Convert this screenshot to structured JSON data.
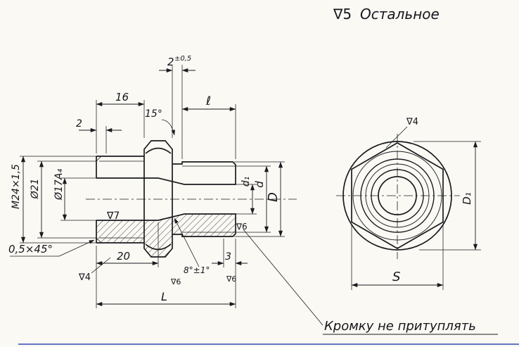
{
  "ink": "#1b1b1f",
  "corner_note": {
    "symbol": "∇5",
    "text": "Остальное"
  },
  "labels": {
    "dim_16": "16",
    "dim_2_left": "2",
    "dim_2_top": "2",
    "dim_2_top_tol": "±0,5",
    "angle_15": "15°",
    "dim_ell": "ℓ",
    "thread_m24": "M24×1,5",
    "dia_21": "Ø21",
    "dia_17": "Ø17A₄",
    "dim_d1": "d₁",
    "dim_d": "d",
    "dim_D": "D",
    "rough_7": "∇7",
    "rough_6_right": "∇6",
    "chamfer": "0,5×45°",
    "rough_4_left": "∇4",
    "dim_20": "20",
    "dim_3": "3",
    "angle_8": "8°±1°",
    "rough_6_mid": "∇6",
    "rough_6_bottom": "∇6",
    "dim_L": "L"
  },
  "end_view": {
    "rough_4": "∇4",
    "dim_S": "S",
    "dim_D1": "D₁"
  },
  "note_bottom": "Кромку не притуплять"
}
